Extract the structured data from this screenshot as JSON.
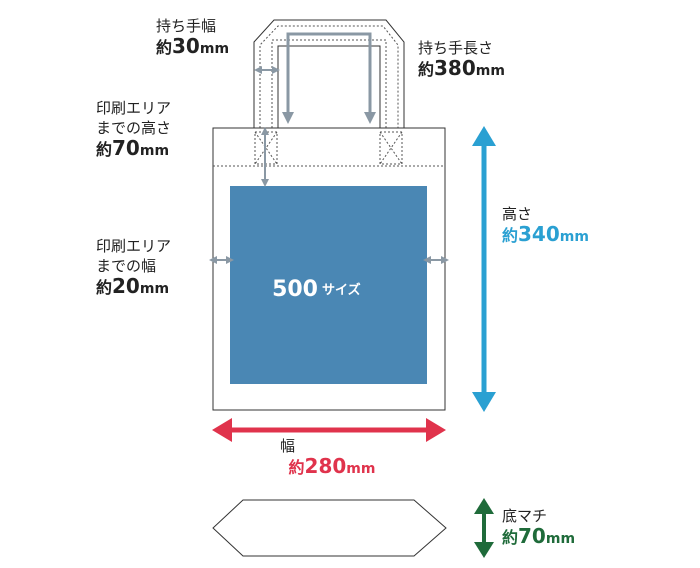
{
  "handle_width": {
    "label": "持ち手幅",
    "prefix": "約",
    "value": "30",
    "unit": "mm"
  },
  "handle_length": {
    "label": "持ち手長さ",
    "prefix": "約",
    "value": "380",
    "unit": "mm"
  },
  "print_top": {
    "label_line1": "印刷エリア",
    "label_line2": "までの高さ",
    "prefix": "約",
    "value": "70",
    "unit": "mm"
  },
  "print_side": {
    "label_line1": "印刷エリア",
    "label_line2": "までの幅",
    "prefix": "約",
    "value": "20",
    "unit": "mm"
  },
  "height": {
    "label": "高さ",
    "prefix": "約",
    "value": "340",
    "unit": "mm",
    "color": "#2aa0d2"
  },
  "width": {
    "label": "幅",
    "prefix": "約",
    "value": "280",
    "unit": "mm",
    "color": "#e0334c"
  },
  "gusset": {
    "label": "底マチ",
    "prefix": "約",
    "value": "70",
    "unit": "mm",
    "color": "#1f6b3a"
  },
  "print_area": {
    "number": "500",
    "suffix": "サイズ",
    "color": "#4a87b4"
  },
  "colors": {
    "outline": "#333333",
    "guide": "#8a98a4"
  }
}
